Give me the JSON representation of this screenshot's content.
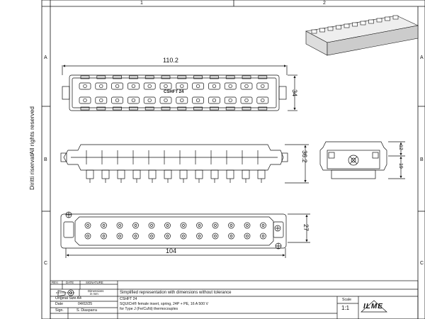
{
  "frame": {
    "columns": [
      "1",
      "2"
    ],
    "rows": [
      "A",
      "B",
      "C"
    ]
  },
  "side_notice": {
    "left_text": "Diritti riservati",
    "right_text": "All rights reserved"
  },
  "dimensions": {
    "width_top": "110.2",
    "height_top": "34",
    "height_side": "36.2",
    "gap_small": "12",
    "height_end": "19",
    "height_bottom": "27",
    "width_bottom": "104"
  },
  "insert_marking": "CSHFT 24",
  "title_block": {
    "rev_label": "REV.",
    "date_label": "DATE",
    "signature_label": "SIGNATURE",
    "dimensions_label": "Dimensions",
    "dimensions_unit": "in mm",
    "note": "Simplified representation with dimensions without tolerance",
    "original_size": "Original Size A4",
    "date_key": "Date",
    "date_value": "04/02/25",
    "sign_key": "Sign.",
    "sign_value": "S. Diasparra",
    "product_code": "CSHFT 24",
    "description_line1": "SQUICH® female insert, spring, 24P + PE, 16 A 500 V",
    "description_line2": "for Type J (Fe/CuNi) thermocouples",
    "scale_label": "Scale",
    "scale_value": "1:1",
    "logo_text": "ILME"
  }
}
